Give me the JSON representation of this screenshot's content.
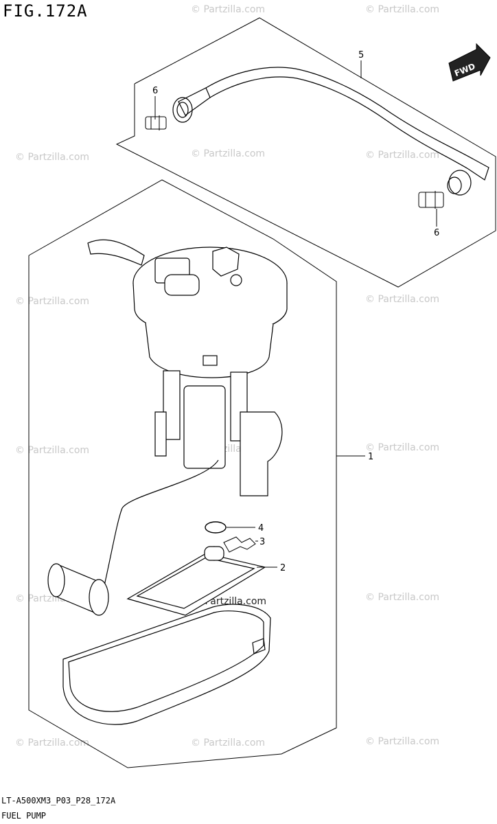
{
  "figure": {
    "title": "FIG.172A"
  },
  "footer": {
    "code": "LT-A500XM3_P03_P28_172A",
    "caption": "FUEL PUMP"
  },
  "direction_badge": "FWD",
  "watermark": "© Partzilla.com",
  "callouts": [
    {
      "id": "1",
      "part": "fuel pump assembly"
    },
    {
      "id": "2",
      "part": "gasket"
    },
    {
      "id": "3",
      "part": "plate"
    },
    {
      "id": "4",
      "part": "o-ring"
    },
    {
      "id": "5",
      "part": "fuel hose"
    },
    {
      "id": "6",
      "part": "clamp"
    }
  ]
}
